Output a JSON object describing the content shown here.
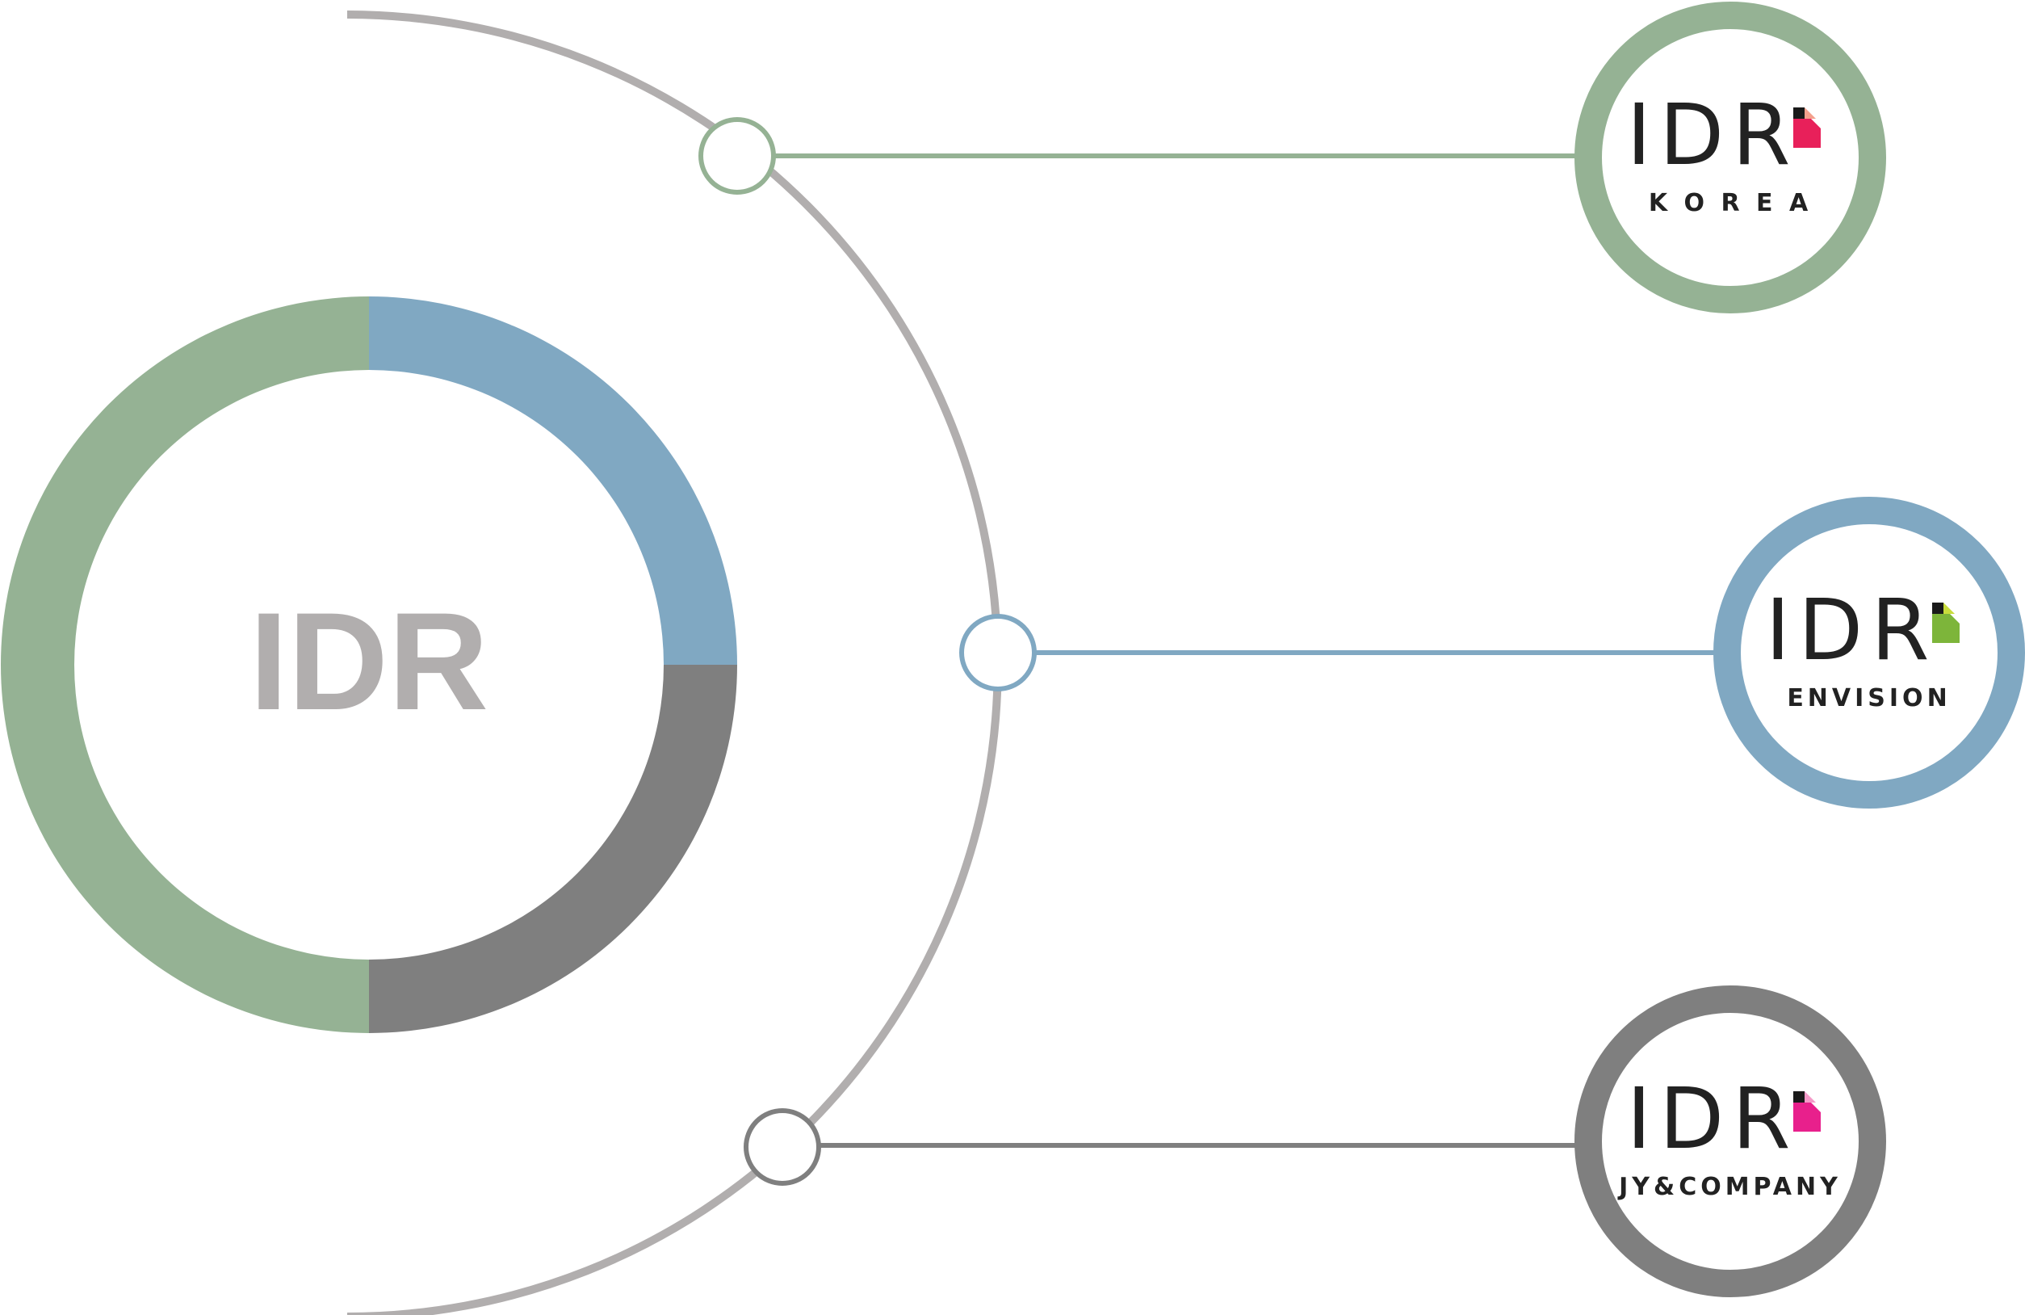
{
  "colors": {
    "green": "#95b294",
    "blue": "#80a8c2",
    "gray": "#7f7f7f",
    "arc": "#b1aeae",
    "title": "#b1aeae",
    "logo_text": "#222222",
    "korea_accent_top": "#f4a08c",
    "korea_accent": "#e8205a",
    "envision_accent_top": "#c8dc3c",
    "envision_accent": "#7db53a",
    "jy_accent_top": "#f49ac8",
    "jy_accent": "#e8208c"
  },
  "center": {
    "title": "IDR",
    "segments": [
      {
        "name": "blue",
        "color": "blue",
        "fraction": 0.25
      },
      {
        "name": "gray",
        "color": "gray",
        "fraction": 0.25
      },
      {
        "name": "green",
        "color": "green",
        "fraction": 0.5
      }
    ]
  },
  "branches": [
    {
      "id": "korea",
      "color": "green",
      "logo_main": "IDR",
      "logo_sub": "K O R E A",
      "accent_top": "korea_accent_top",
      "accent": "korea_accent",
      "icon": "pink-tag-icon"
    },
    {
      "id": "envision",
      "color": "blue",
      "logo_main": "IDR",
      "logo_sub": "ENVISION",
      "accent_top": "envision_accent_top",
      "accent": "envision_accent",
      "icon": "green-shield-icon"
    },
    {
      "id": "jy",
      "color": "gray",
      "logo_main": "IDR",
      "logo_sub": "JY&COMPANY",
      "accent_top": "jy_accent_top",
      "accent": "jy_accent",
      "icon": "magenta-diamond-icon"
    }
  ]
}
